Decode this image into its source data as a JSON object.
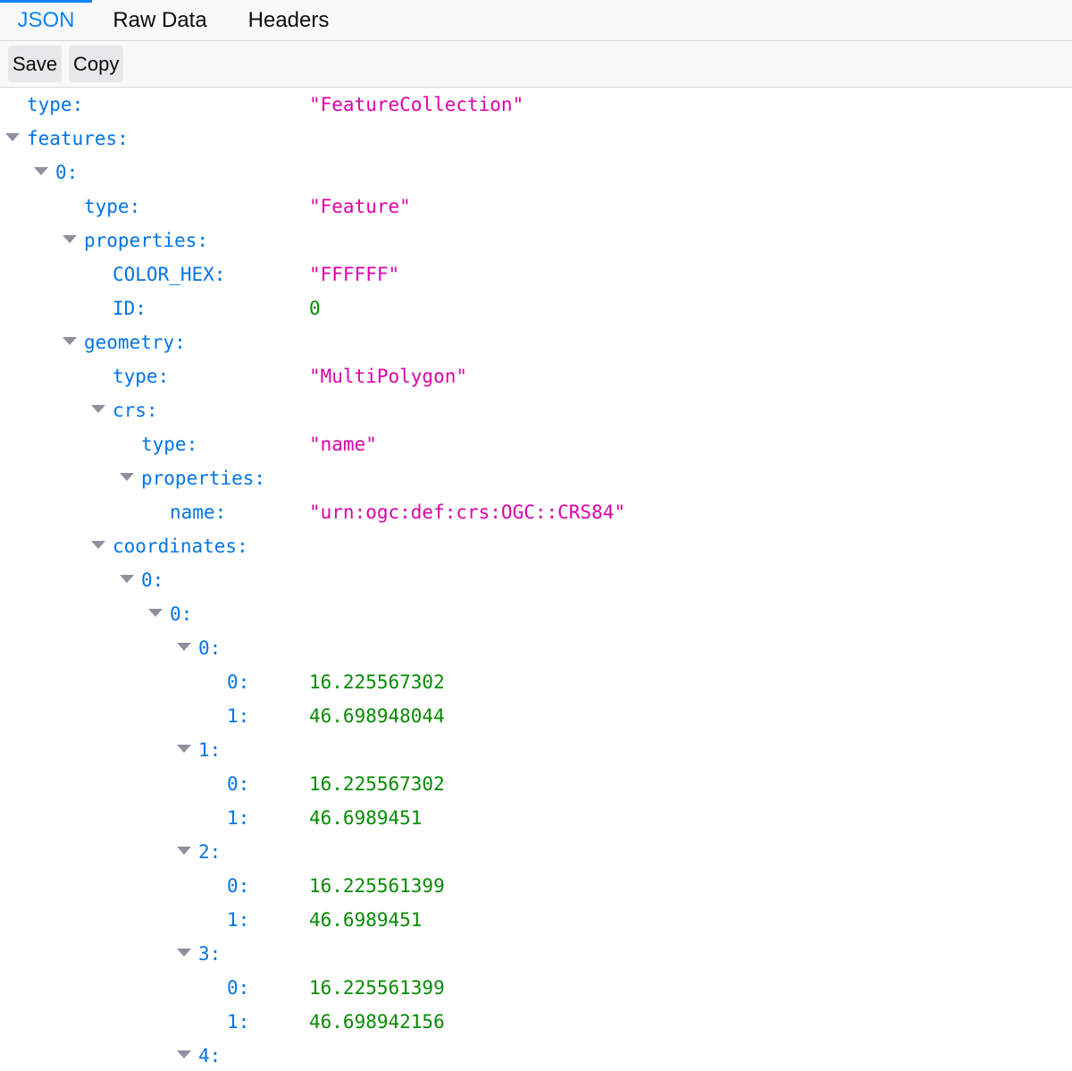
{
  "tabs": [
    {
      "label": "JSON"
    },
    {
      "label": "Raw Data"
    },
    {
      "label": "Headers"
    }
  ],
  "toolbar": {
    "save_label": "Save",
    "copy_label": "Copy"
  },
  "colors": {
    "accent": "#0a84ff",
    "key": "#0074e8",
    "string": "#dd00a9",
    "number": "#058b00"
  },
  "rows": [
    {
      "key": "type:",
      "value": "\"FeatureCollection\"",
      "kind": "str"
    },
    {
      "key": "features:",
      "value": "",
      "kind": "obj"
    },
    {
      "key": "0:",
      "value": "",
      "kind": "obj"
    },
    {
      "key": "type:",
      "value": "\"Feature\"",
      "kind": "str"
    },
    {
      "key": "properties:",
      "value": "",
      "kind": "obj"
    },
    {
      "key": "COLOR_HEX:",
      "value": "\"FFFFFF\"",
      "kind": "str"
    },
    {
      "key": "ID:",
      "value": "0",
      "kind": "num"
    },
    {
      "key": "geometry:",
      "value": "",
      "kind": "obj"
    },
    {
      "key": "type:",
      "value": "\"MultiPolygon\"",
      "kind": "str"
    },
    {
      "key": "crs:",
      "value": "",
      "kind": "obj"
    },
    {
      "key": "type:",
      "value": "\"name\"",
      "kind": "str"
    },
    {
      "key": "properties:",
      "value": "",
      "kind": "obj"
    },
    {
      "key": "name:",
      "value": "\"urn:ogc:def:crs:OGC::CRS84\"",
      "kind": "str"
    },
    {
      "key": "coordinates:",
      "value": "",
      "kind": "obj"
    },
    {
      "key": "0:",
      "value": "",
      "kind": "obj"
    },
    {
      "key": "0:",
      "value": "",
      "kind": "obj"
    },
    {
      "key": "0:",
      "value": "",
      "kind": "obj"
    },
    {
      "key": "0:",
      "value": "16.225567302",
      "kind": "num"
    },
    {
      "key": "1:",
      "value": "46.698948044",
      "kind": "num"
    },
    {
      "key": "1:",
      "value": "",
      "kind": "obj"
    },
    {
      "key": "0:",
      "value": "16.225567302",
      "kind": "num"
    },
    {
      "key": "1:",
      "value": "46.6989451",
      "kind": "num"
    },
    {
      "key": "2:",
      "value": "",
      "kind": "obj"
    },
    {
      "key": "0:",
      "value": "16.225561399",
      "kind": "num"
    },
    {
      "key": "1:",
      "value": "46.6989451",
      "kind": "num"
    },
    {
      "key": "3:",
      "value": "",
      "kind": "obj"
    },
    {
      "key": "0:",
      "value": "16.225561399",
      "kind": "num"
    },
    {
      "key": "1:",
      "value": "46.698942156",
      "kind": "num"
    },
    {
      "key": "4:",
      "value": "",
      "kind": "obj"
    }
  ]
}
